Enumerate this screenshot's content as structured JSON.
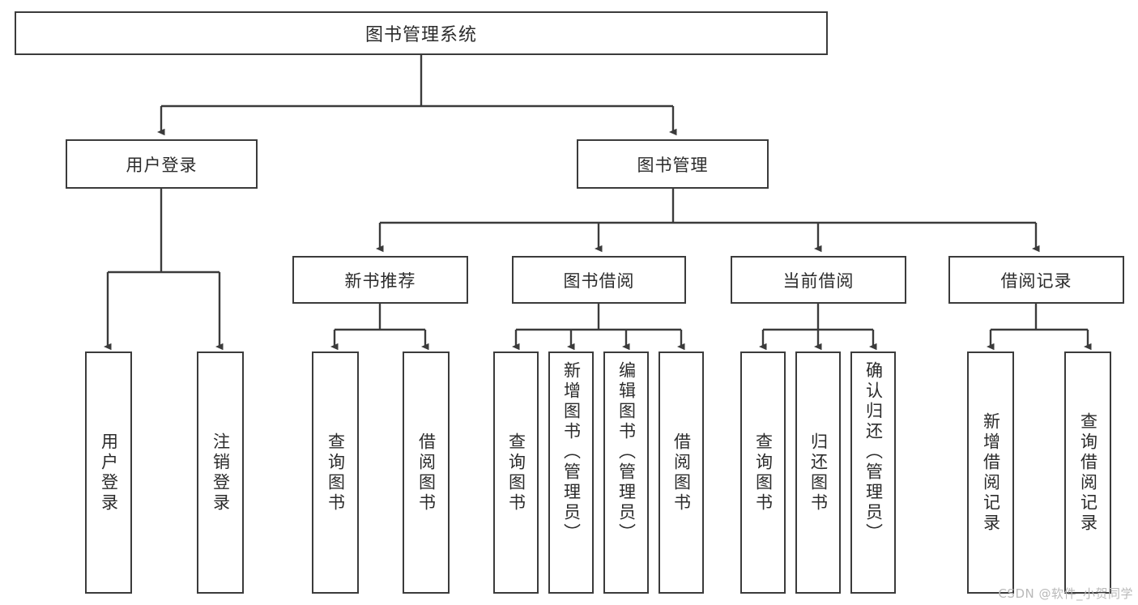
{
  "diagram": {
    "title": "图书管理系统",
    "type": "tree",
    "levels": 4,
    "root": {
      "id": "root",
      "label": "图书管理系统"
    },
    "level2": [
      {
        "id": "user-login",
        "label": "用户登录"
      },
      {
        "id": "book-manage",
        "label": "图书管理"
      }
    ],
    "level3": [
      {
        "id": "new-book-rec",
        "label": "新书推荐"
      },
      {
        "id": "book-borrow",
        "label": "图书借阅"
      },
      {
        "id": "current-borrow",
        "label": "当前借阅"
      },
      {
        "id": "borrow-record",
        "label": "借阅记录"
      }
    ],
    "leaves": {
      "user_login": [
        {
          "id": "leaf-user-login",
          "label": "用户登录"
        },
        {
          "id": "leaf-logout",
          "label": "注销登录"
        }
      ],
      "new_book_rec": [
        {
          "id": "leaf-query-book-1",
          "label": "查询图书"
        },
        {
          "id": "leaf-borrow-book-1",
          "label": "借阅图书"
        }
      ],
      "book_borrow": [
        {
          "id": "leaf-query-book-2",
          "label": "查询图书"
        },
        {
          "id": "leaf-add-book",
          "label": "新增图书（管理员）"
        },
        {
          "id": "leaf-edit-book",
          "label": "编辑图书（管理员）"
        },
        {
          "id": "leaf-borrow-book-2",
          "label": "借阅图书"
        }
      ],
      "current_borrow": [
        {
          "id": "leaf-query-book-3",
          "label": "查询图书"
        },
        {
          "id": "leaf-return-book",
          "label": "归还图书"
        },
        {
          "id": "leaf-confirm-return",
          "label": "确认归还（管理员）"
        }
      ],
      "borrow_record": [
        {
          "id": "leaf-add-record",
          "label": "新增借阅记录"
        },
        {
          "id": "leaf-query-record",
          "label": "查询借阅记录"
        }
      ]
    }
  },
  "watermark": {
    "text": "CSDN @软件_小贺同学"
  },
  "colors": {
    "background": "#ffffff",
    "box_border": "#3b3b3b",
    "box_fill": "#ffffff",
    "text": "#2b2b2b",
    "connector": "#3b3b3b",
    "watermark": "#b9b9b9"
  }
}
